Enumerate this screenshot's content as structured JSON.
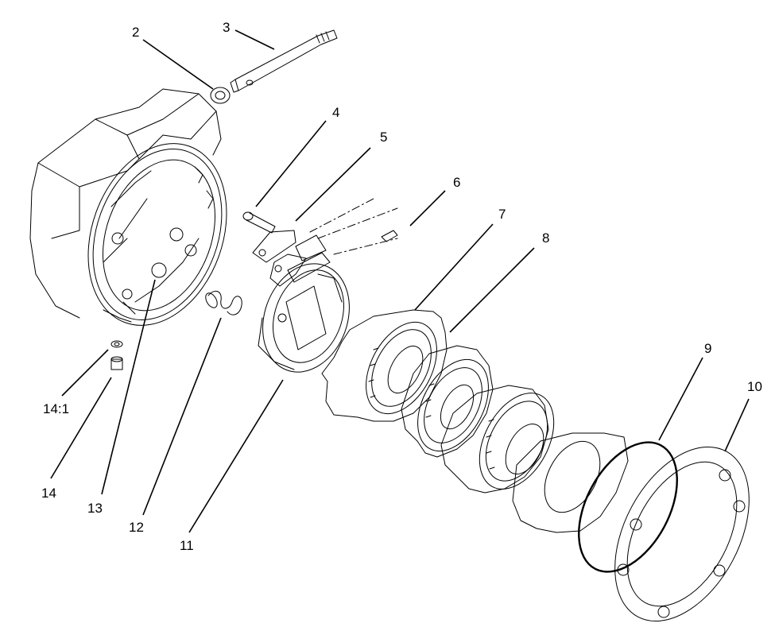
{
  "diagram": {
    "callouts": {
      "c2": "2",
      "c3": "3",
      "c4": "4",
      "c5": "5",
      "c6": "6",
      "c7": "7",
      "c8": "8",
      "c9": "9",
      "c10": "10",
      "c11": "11",
      "c12": "12",
      "c13": "13",
      "c14": "14",
      "c14_1": "14:1"
    }
  }
}
